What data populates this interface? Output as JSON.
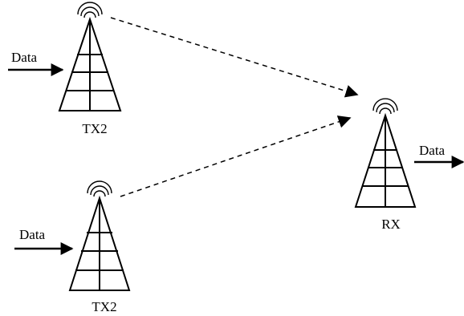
{
  "transmitters": [
    {
      "label": "TX2",
      "input_label": "Data"
    },
    {
      "label": "TX2",
      "input_label": "Data"
    }
  ],
  "receiver": {
    "label": "RX",
    "output_label": "Data"
  },
  "colors": {
    "line": "#000000",
    "background": "#ffffff"
  }
}
